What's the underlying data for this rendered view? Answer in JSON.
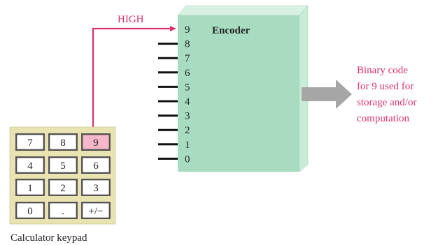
{
  "labels": {
    "high": "HIGH",
    "encoder_title": "Encoder",
    "keypad_caption": "Calculator keypad",
    "output_line1": "Binary code",
    "output_line2": "for 9 used for",
    "output_line3": "storage and/or",
    "output_line4": "computation"
  },
  "encoder_inputs": [
    "9",
    "8",
    "7",
    "6",
    "5",
    "4",
    "3",
    "2",
    "1",
    "0"
  ],
  "keypad": {
    "row1": [
      "7",
      "8",
      "9"
    ],
    "row2": [
      "4",
      "5",
      "6"
    ],
    "row3": [
      "1",
      "2",
      "3"
    ],
    "row4": [
      "0",
      ".",
      "+/−"
    ]
  },
  "active_key": "9",
  "colors": {
    "signal": "#d9336b",
    "encoder_front": "#a8dcc0",
    "encoder_side": "#c9ecd8",
    "keypad_body": "#e8e3b0",
    "key_active": "#f5b8c8",
    "arrow": "#a6a6a6"
  }
}
